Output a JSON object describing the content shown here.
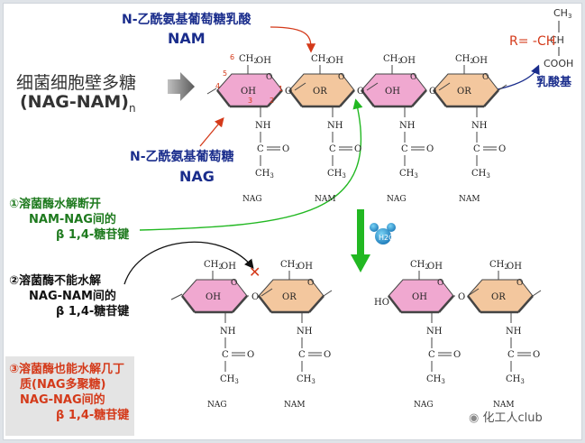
{
  "labels": {
    "title_zh": "细菌细胞壁多糖",
    "title_en": "(NAG-NAM)",
    "title_sub": "n",
    "nam_zh": "N-乙酰氨基葡萄糖乳酸",
    "nam_en": "NAM",
    "nag_zh": "N-乙酰氨基葡萄糖",
    "nag_en": "NAG",
    "r_eq": "R= -CH",
    "lactyl_zh": "乳酸基",
    "ch3": "CH",
    "ch": "CH",
    "cooh": "COOH",
    "water": "H2O",
    "watermark": "化工人club"
  },
  "notes": {
    "n1": [
      "①溶菌酶水解断开",
      "NAM-NAG间的",
      "β 1,4-糖苷键"
    ],
    "n2": [
      "②溶菌酶不能水解",
      "NAG-NAM间的",
      "β 1,4-糖苷键"
    ],
    "n3": [
      "③溶菌酶也能水解几丁",
      "质(NAG多聚糖)",
      "NAG-NAG间的",
      "β 1,4-糖苷键"
    ]
  },
  "chem": {
    "ch2oh": "CH",
    "oh_sub": "OH",
    "ring_o": "O",
    "link_o": "O",
    "oh": "OH",
    "or": "OR",
    "ho": "HO",
    "nh": "NH",
    "c": "C",
    "o": "O",
    "ch3": "CH"
  },
  "numbers": [
    "1",
    "2",
    "3",
    "4",
    "5",
    "6"
  ],
  "top_chain": {
    "types": [
      "NAG",
      "NAM",
      "NAG",
      "NAM"
    ]
  },
  "bottom_left": {
    "types": [
      "NAG",
      "NAM"
    ]
  },
  "bottom_right": {
    "types": [
      "NAG",
      "NAM"
    ]
  },
  "colors": {
    "nag": "#f0a8d0",
    "nam": "#f3c79e",
    "green": "#22b822",
    "red": "#d43a1a",
    "blue": "#1a2d8c"
  }
}
